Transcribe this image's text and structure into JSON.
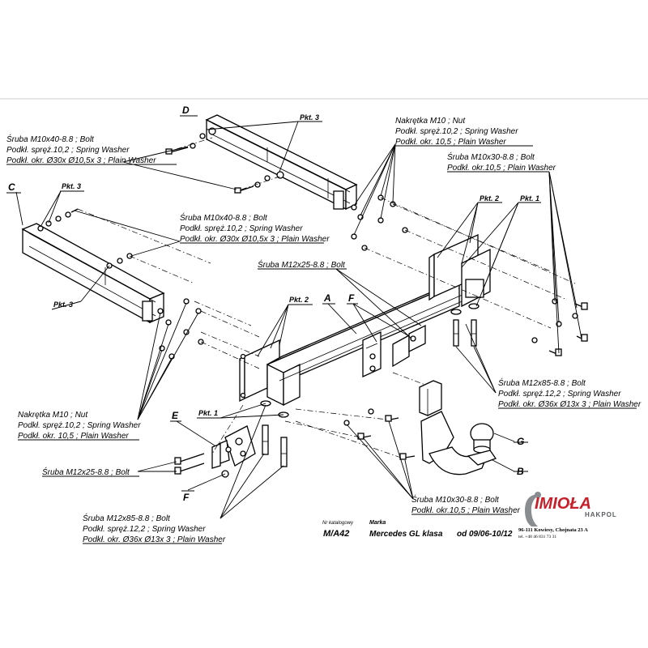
{
  "callouts": {
    "bolt_d": [
      "Śruba M10x40-8.8 ;  Bolt",
      "Podkł. spręż.10,2 ; Spring Washer",
      "Podkł. okr.  Ø30x Ø10,5x 3 ; Plain Washer"
    ],
    "bolt_c": [
      "Śruba M10x40-8.8 ;  Bolt",
      "Podkł. spręż.10,2 ; Spring Washer",
      "Podkł. okr.  Ø30x Ø10,5x 3 ; Plain Washer"
    ],
    "nut_top": [
      "Nakrętka  M10 ; Nut",
      "Podkł. spręż.10,2 ; Spring Washer",
      "Podkł. okr. 10,5 ; Plain Washer"
    ],
    "bolt_m10x30_top": [
      "Śruba M10x30-8.8 ;  Bolt",
      "Podkł. okr.10,5 ; Plain Washer"
    ],
    "bolt_m12x25_top": [
      "Śruba M12x25-8.8 ;  Bolt"
    ],
    "bolt_m12x85_right": [
      "Śruba M12x85-8.8 ;  Bolt",
      "Podkł. spręż.12,2 ; Spring Washer",
      "Podkł. okr.  Ø36x Ø13x 3 ; Plain Washer"
    ],
    "nut_left": [
      "Nakrętka  M10 ; Nut",
      "Podkł. spręż.10,2 ; Spring Washer",
      "Podkł. okr. 10,5 ; Plain Washer"
    ],
    "bolt_m12x25_left": [
      "Śruba M12x25-8.8 ;  Bolt"
    ],
    "bolt_m12x85_bottom": [
      "Śruba M12x85-8.8 ;  Bolt",
      "Podkł. spręż.12,2 ; Spring Washer",
      "Podkł. okr.  Ø36x Ø13x 3 ; Plain Washer"
    ],
    "bolt_m10x30_bottom": [
      "Śruba M10x30-8.8 ;  Bolt",
      "Podkł. okr.10,5 ; Plain Washer"
    ]
  },
  "letters": {
    "a": "A",
    "b": "B",
    "c": "C",
    "d": "D",
    "e": "E",
    "f1": "F",
    "f2": "F",
    "g": "G"
  },
  "pkt": {
    "pkt1": "Pkt. 1",
    "pkt2": "Pkt. 2",
    "pkt3": "Pkt. 3"
  },
  "catalog": {
    "nr_label": "Nr katalogowy",
    "marka_label": "Marka",
    "number": "M/A42",
    "model": "Mercedes GL klasa",
    "years": "od 09/06-10/12"
  },
  "brand": {
    "name": "IMIOŁA",
    "sub": "HAKPOL",
    "address": "96-111 Kowiesy, Chojnata 23 A",
    "phone": "tel. +48 46 831 73 31",
    "color": "#c8202a"
  }
}
